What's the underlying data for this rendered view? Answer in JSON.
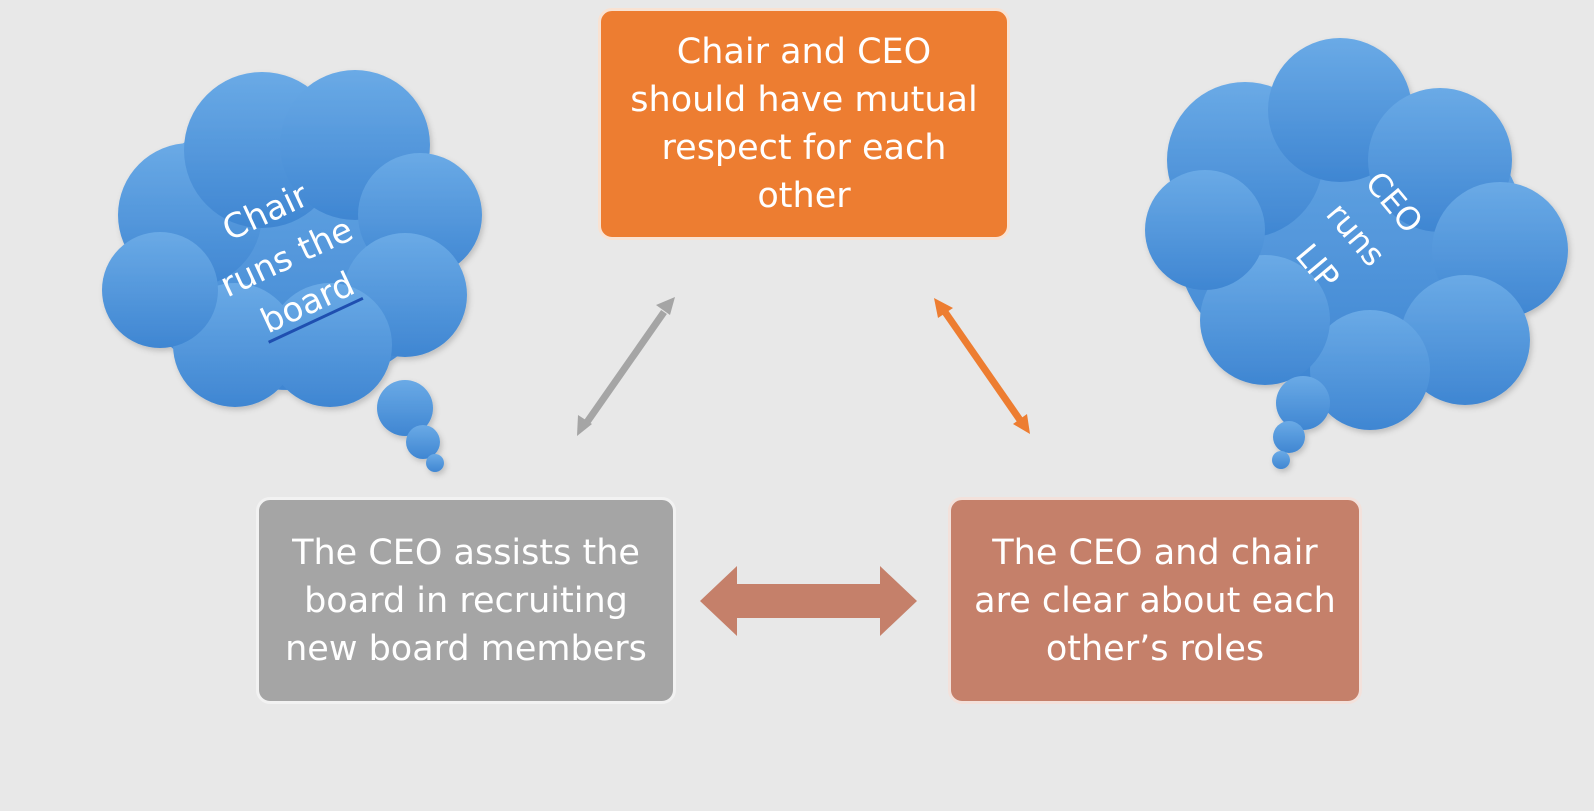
{
  "colors": {
    "background": "#e8e8e8",
    "orange": "#ed7d31",
    "gray": "#a5a5a5",
    "terracotta": "#c5806a",
    "cloud_blue": "#4d95dc"
  },
  "boxes": {
    "top": "Chair and CEO\nshould have mutual\nrespect for each\nother",
    "left": "The CEO assists the\nboard in recruiting\nnew board members",
    "right": "The CEO and chair\nare clear about each\nother’s roles"
  },
  "clouds": {
    "left": [
      "Chair",
      "runs the",
      "board"
    ],
    "right": [
      "CEO",
      "runs",
      "LIP"
    ]
  }
}
